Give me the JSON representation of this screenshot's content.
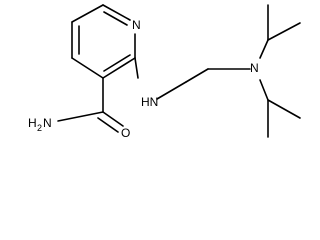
{
  "diagram": {
    "type": "chemical-structure",
    "atoms": {
      "ring_n": "N",
      "amine_n": "N",
      "nh": "HN",
      "amide_o": "O",
      "amide_n": "H",
      "amide_n_main": "N",
      "amide_n_sub": "2"
    }
  }
}
